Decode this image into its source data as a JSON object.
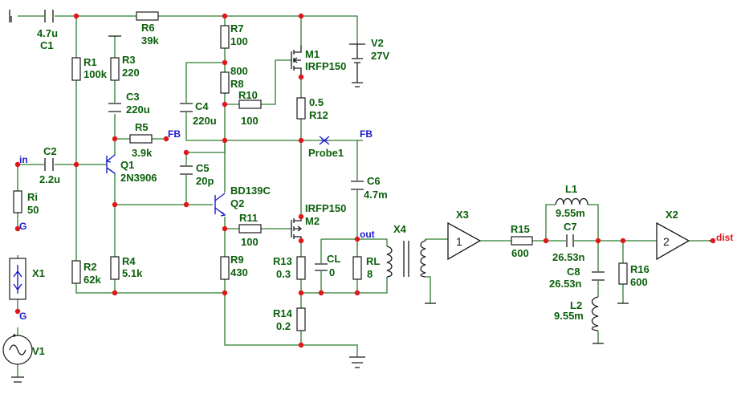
{
  "components": [
    {
      "ref": "C1",
      "value": "4.7u"
    },
    {
      "ref": "R6",
      "value": "39k"
    },
    {
      "ref": "R7",
      "value": "100"
    },
    {
      "ref": "R1",
      "value": "100k"
    },
    {
      "ref": "R3",
      "value": "220"
    },
    {
      "ref": "C3",
      "value": "220u"
    },
    {
      "ref": "R5",
      "value": "3.9k"
    },
    {
      "ref": "C2",
      "value": "2.2u"
    },
    {
      "ref": "Q1",
      "value": "2N3906"
    },
    {
      "ref": "Ri",
      "value": "50"
    },
    {
      "ref": "X1",
      "value": ""
    },
    {
      "ref": "V1",
      "value": ""
    },
    {
      "ref": "R2",
      "value": "62k"
    },
    {
      "ref": "R4",
      "value": "5.1k"
    },
    {
      "ref": "C4",
      "value": "220u"
    },
    {
      "ref": "R8",
      "value": "800"
    },
    {
      "ref": "R10",
      "value": "100"
    },
    {
      "ref": "C5",
      "value": "20p"
    },
    {
      "ref": "Q2",
      "value": "BD139C"
    },
    {
      "ref": "R11",
      "value": "100"
    },
    {
      "ref": "R9",
      "value": "430"
    },
    {
      "ref": "M1",
      "value": "IRFP150"
    },
    {
      "ref": "M2",
      "value": "IRFP150"
    },
    {
      "ref": "R12",
      "value": "0.5"
    },
    {
      "ref": "V2",
      "value": "27V"
    },
    {
      "ref": "Probe1",
      "value": ""
    },
    {
      "ref": "C6",
      "value": "4.7m"
    },
    {
      "ref": "R13",
      "value": "0.3"
    },
    {
      "ref": "CL",
      "value": "0"
    },
    {
      "ref": "RL",
      "value": "8"
    },
    {
      "ref": "R14",
      "value": "0.2"
    },
    {
      "ref": "X4",
      "value": ""
    },
    {
      "ref": "X3",
      "value": "1"
    },
    {
      "ref": "R15",
      "value": "600"
    },
    {
      "ref": "L1",
      "value": "9.55m"
    },
    {
      "ref": "C7",
      "value": "26.53n"
    },
    {
      "ref": "C8",
      "value": "26.53n"
    },
    {
      "ref": "L2",
      "value": "9.55m"
    },
    {
      "ref": "R16",
      "value": "600"
    },
    {
      "ref": "X2",
      "value": "2"
    }
  ],
  "nets": {
    "input": "in",
    "feedback": "FB",
    "output": "out",
    "distortion": "dist",
    "ground": "G"
  },
  "colors": {
    "wire": "#2f7d2f",
    "label": "#0a5f0a",
    "net_label": "#1c1cc8",
    "node": "#e0161b",
    "part": "#1a1a1a"
  }
}
